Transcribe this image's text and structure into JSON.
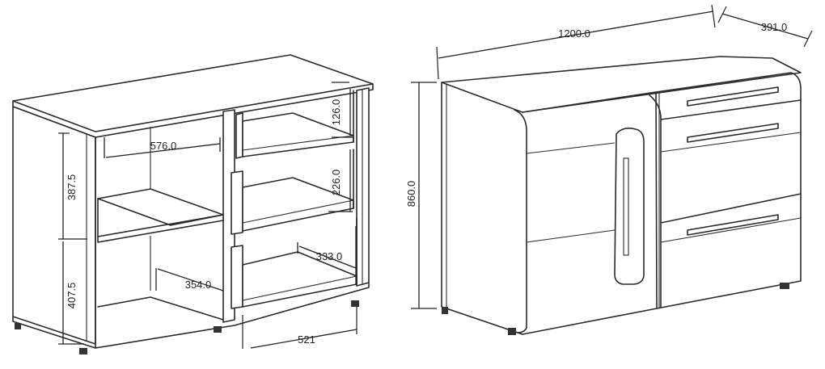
{
  "drawing": {
    "open_view": {
      "dim_inner_width": "576.0",
      "dim_upper_height": "387.5",
      "dim_lower_height": "407.5",
      "dim_left_depth": "354.0",
      "dim_top_shelf": "126.0",
      "dim_mid_shelf": "226.0",
      "dim_right_depth": "333.0",
      "dim_drawer_width": "521"
    },
    "closed_view": {
      "dim_total_width": "1200.0",
      "dim_total_depth": "391.0",
      "dim_total_height": "860.0"
    }
  }
}
